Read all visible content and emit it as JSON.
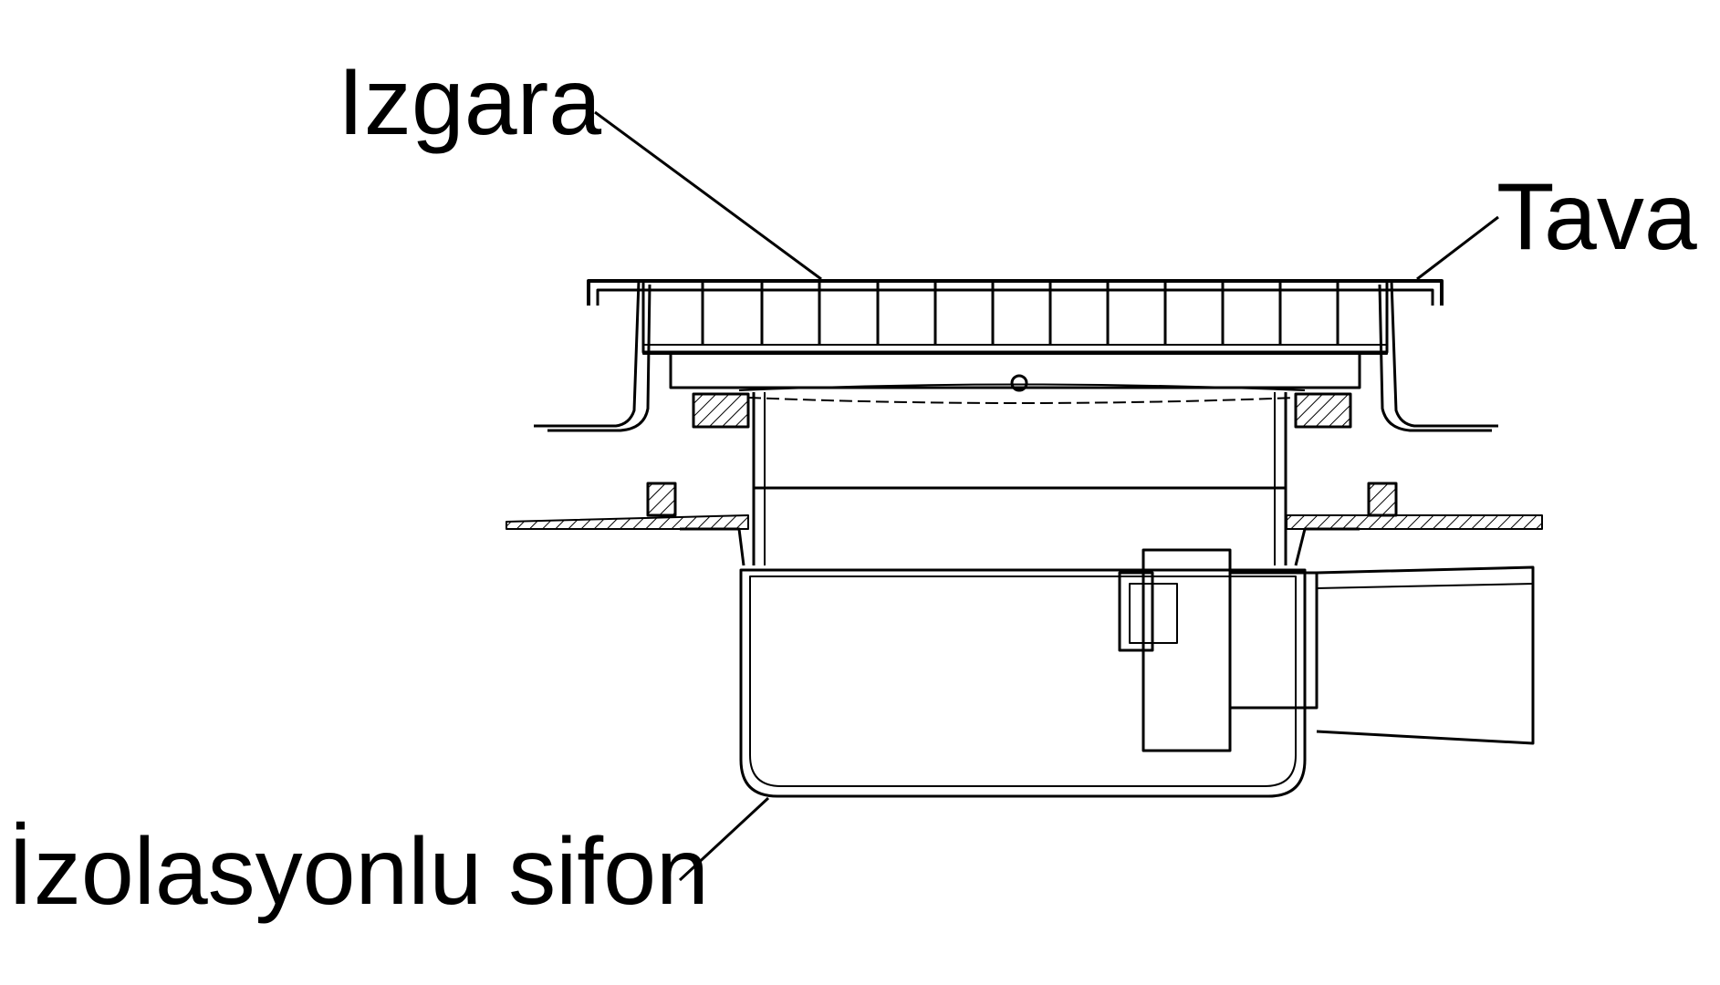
{
  "labels": {
    "grate": "Izgara",
    "tray": "Tava",
    "trap": "İzolasyonlu sifon"
  },
  "colors": {
    "line": "#000000",
    "background": "#ffffff"
  }
}
